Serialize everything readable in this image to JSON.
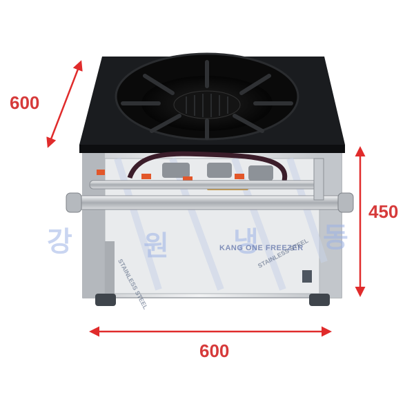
{
  "image": {
    "subject": "stainless-steel-gas-range-with-cast-iron-top",
    "background": "#ffffff",
    "accent_color": "#e02b2b",
    "dimensions": {
      "depth_label": "600",
      "height_label": "450",
      "width_label": "600"
    },
    "watermark": {
      "hangul": [
        "강",
        "원",
        "냉",
        "동"
      ],
      "brand_prefix": "KANG ONE",
      "brand_suffix": "FREEZER"
    },
    "sticker_text": "STAINLESS STEEL"
  }
}
